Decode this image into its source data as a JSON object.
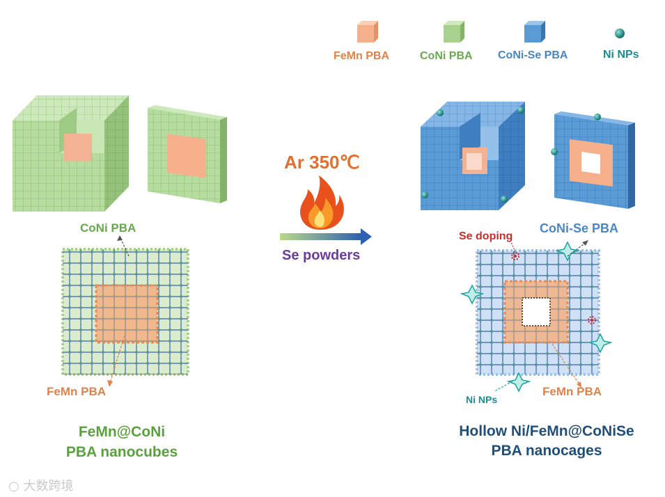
{
  "legend": {
    "femn": "FeMn PBA",
    "coni": "CoNi PBA",
    "coni_se": "CoNi-Se PBA",
    "ni_nps": "Ni NPs"
  },
  "left": {
    "coni_label": "CoNi PBA",
    "femn_label": "FeMn PBA",
    "caption_line1": "FeMn@CoNi",
    "caption_line2": "PBA nanocubes"
  },
  "middle": {
    "condition": "Ar 350℃",
    "reagent": "Se powders"
  },
  "right": {
    "se_doping": "Se doping",
    "coni_se_label": "CoNi-Se PBA",
    "femn_label": "FeMn PBA",
    "ni_nps_label": "Ni NPs",
    "caption_line1": "Hollow Ni/FeMn@CoNiSe",
    "caption_line2": "PBA nanocages"
  },
  "watermark": "大数跨境",
  "colors": {
    "femn": "#f6b08c",
    "coni": "#a9d18e",
    "coni_se": "#5b9bd5",
    "ni_np": "#1ea39c",
    "red": "#cc2b2b"
  }
}
